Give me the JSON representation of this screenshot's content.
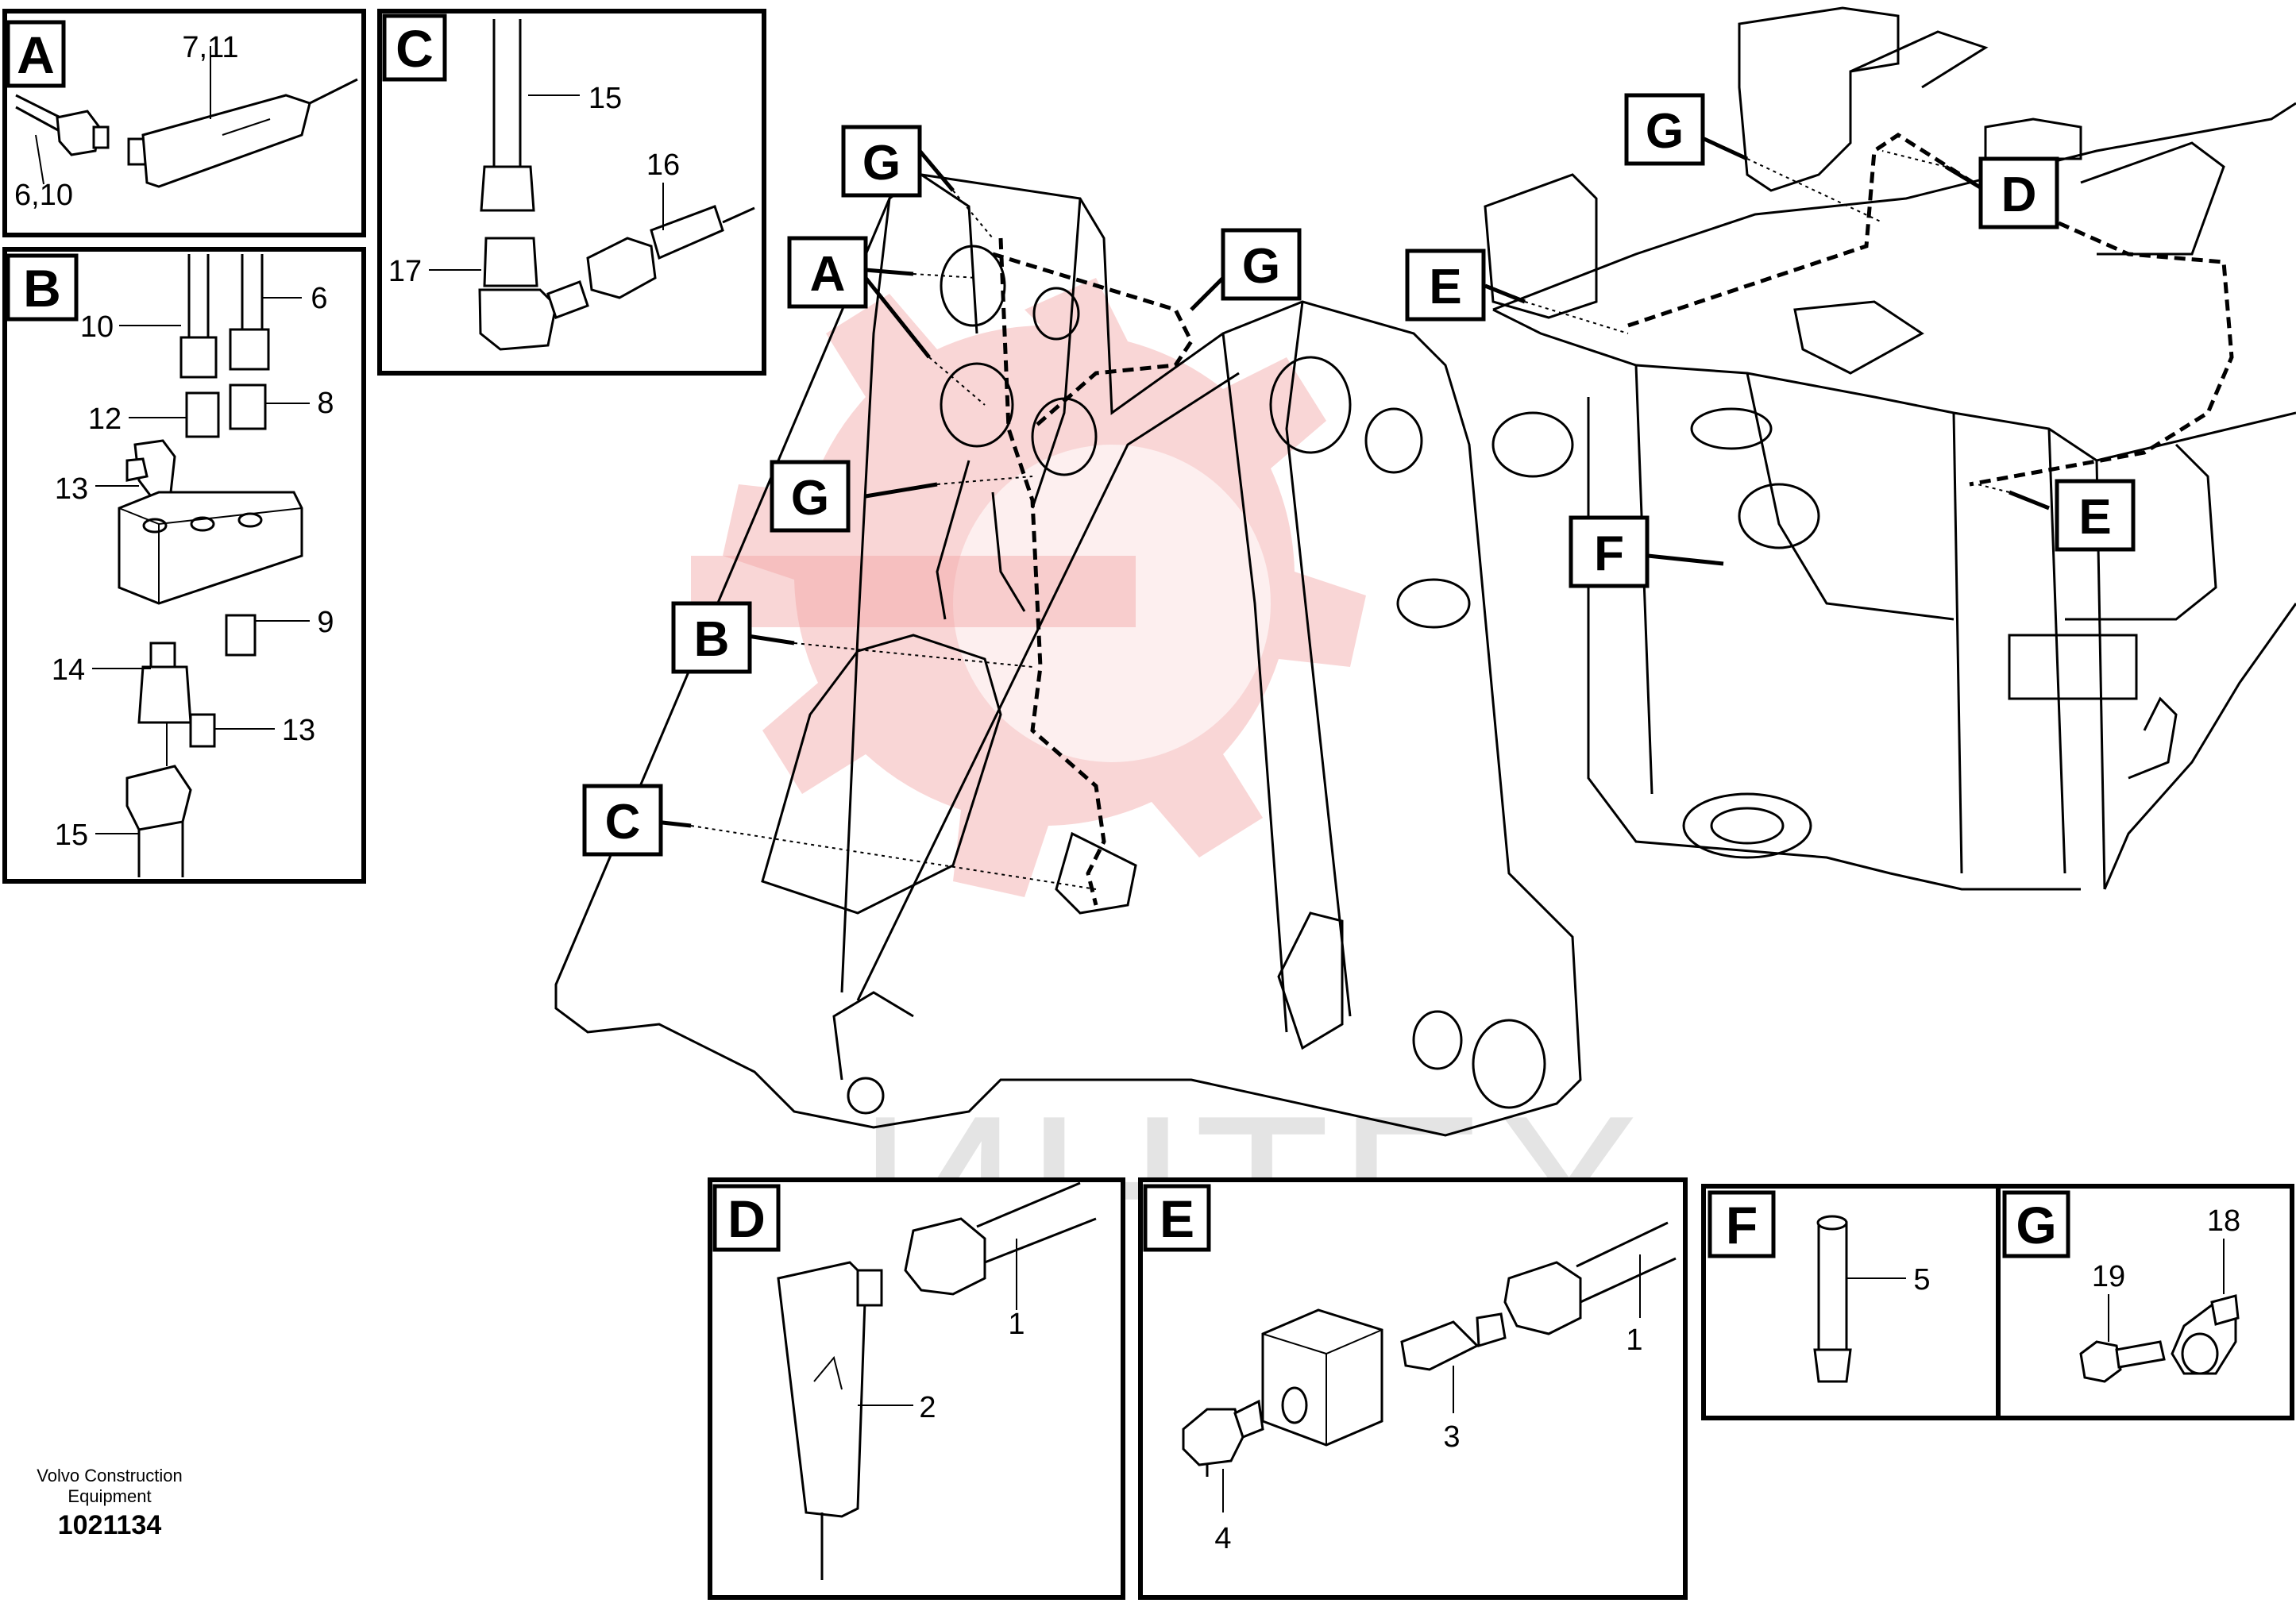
{
  "brand": {
    "company_line1": "Volvo Construction",
    "company_line2": "Equipment",
    "drawing_number": "1021134"
  },
  "watermark": {
    "text": "ИНТЕХ",
    "color": "#f1a3a3"
  },
  "detail_panels": {
    "A": {
      "letter": "A",
      "labels": [
        "7,11",
        "6,10"
      ]
    },
    "B": {
      "letter": "B",
      "labels": [
        "10",
        "6",
        "12",
        "8",
        "13",
        "9",
        "14",
        "13",
        "15"
      ]
    },
    "C": {
      "letter": "C",
      "labels": [
        "15",
        "16",
        "17"
      ]
    },
    "D": {
      "letter": "D",
      "labels": [
        "1",
        "2"
      ]
    },
    "E": {
      "letter": "E",
      "labels": [
        "1",
        "3",
        "4"
      ]
    },
    "F": {
      "letter": "F",
      "labels": [
        "5"
      ]
    },
    "G": {
      "letter": "G",
      "labels": [
        "18",
        "19"
      ]
    }
  },
  "callouts": [
    "G",
    "A",
    "G",
    "G",
    "B",
    "C",
    "G",
    "D",
    "E",
    "E",
    "F"
  ]
}
